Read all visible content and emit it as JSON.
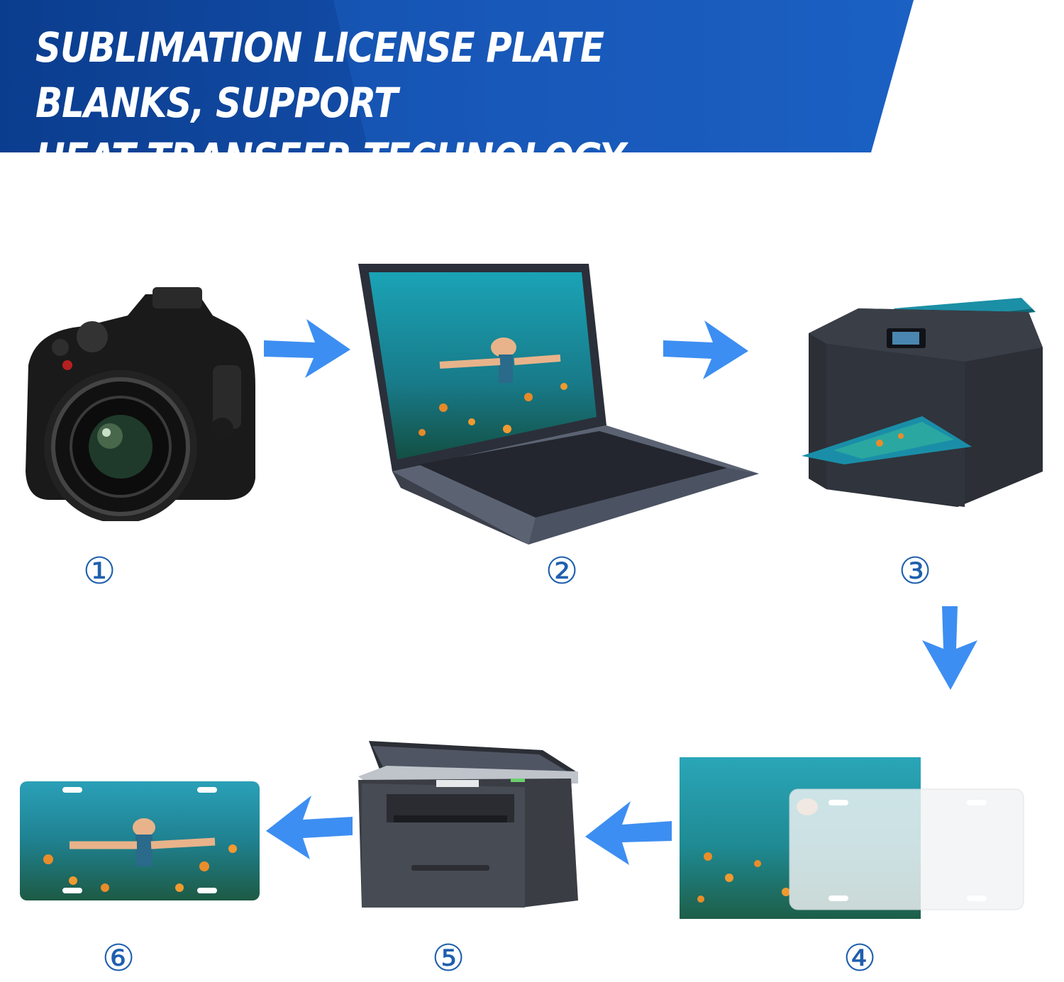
{
  "banner": {
    "line1": "SUBLIMATION LICENSE PLATE BLANKS, SUPPORT",
    "line2": "HEAT TRANSFER TECHNOLOGY.",
    "colors": {
      "dark": "#0a3a8a",
      "mid": "#1757b8",
      "light": "#2a72d0"
    }
  },
  "steps": [
    {
      "number": "①",
      "icon": "camera-icon"
    },
    {
      "number": "②",
      "icon": "laptop-icon"
    },
    {
      "number": "③",
      "icon": "inkjet-printer-icon"
    },
    {
      "number": "④",
      "icon": "transfer-paper-and-blank-plate-icon"
    },
    {
      "number": "⑤",
      "icon": "heat-press-printer-icon"
    },
    {
      "number": "⑥",
      "icon": "finished-license-plate-icon"
    }
  ],
  "arrow_color": "#3d8ef2",
  "number_color": "#1f5fae"
}
